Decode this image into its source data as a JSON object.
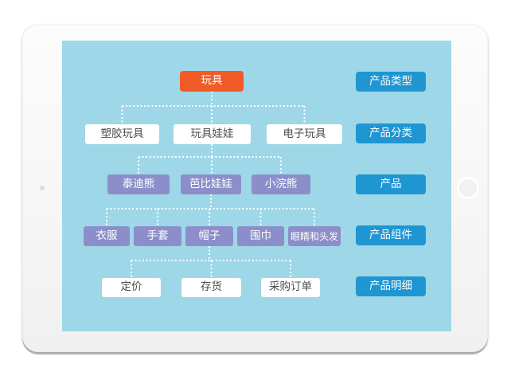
{
  "device": {
    "type": "tablet-mockup",
    "orientation": "landscape"
  },
  "colors": {
    "screen_bg": "#9ed7e7",
    "root_node": "#f15b27",
    "product_node": "#8c8ec9",
    "row_label": "#1f96d2",
    "white_node_text": "#4d4d4d",
    "connector": "#ffffff"
  },
  "diagram": {
    "root": {
      "label": "玩具"
    },
    "level2": [
      "塑胶玩具",
      "玩具娃娃",
      "电子玩具"
    ],
    "level3": [
      "泰迪熊",
      "芭比娃娃",
      "小浣熊"
    ],
    "level4": [
      "衣服",
      "手套",
      "帽子",
      "围巾",
      "眼睛和头发"
    ],
    "level5": [
      "定价",
      "存货",
      "采购订单"
    ],
    "row_labels": [
      "产品类型",
      "产品分类",
      "产品",
      "产品组件",
      "产品明细"
    ]
  }
}
